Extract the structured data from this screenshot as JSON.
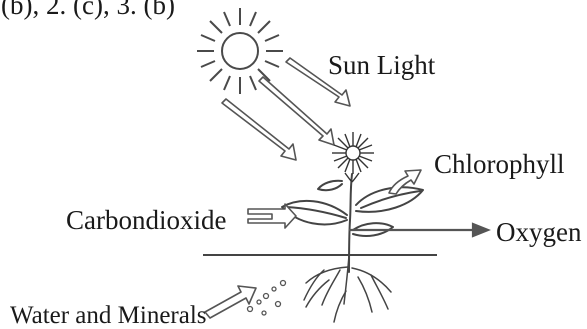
{
  "labels": {
    "top_cut": "(b), 2. (c), 3. (b)",
    "sun_light": "Sun Light",
    "chlorophyll": "Chlorophyll",
    "carbondioxide": "Carbondioxide",
    "oxygen": "Oxygen",
    "water_minerals": "Water and Minerals"
  },
  "colors": {
    "ink": "#1a1a1a",
    "background": "#ffffff"
  }
}
